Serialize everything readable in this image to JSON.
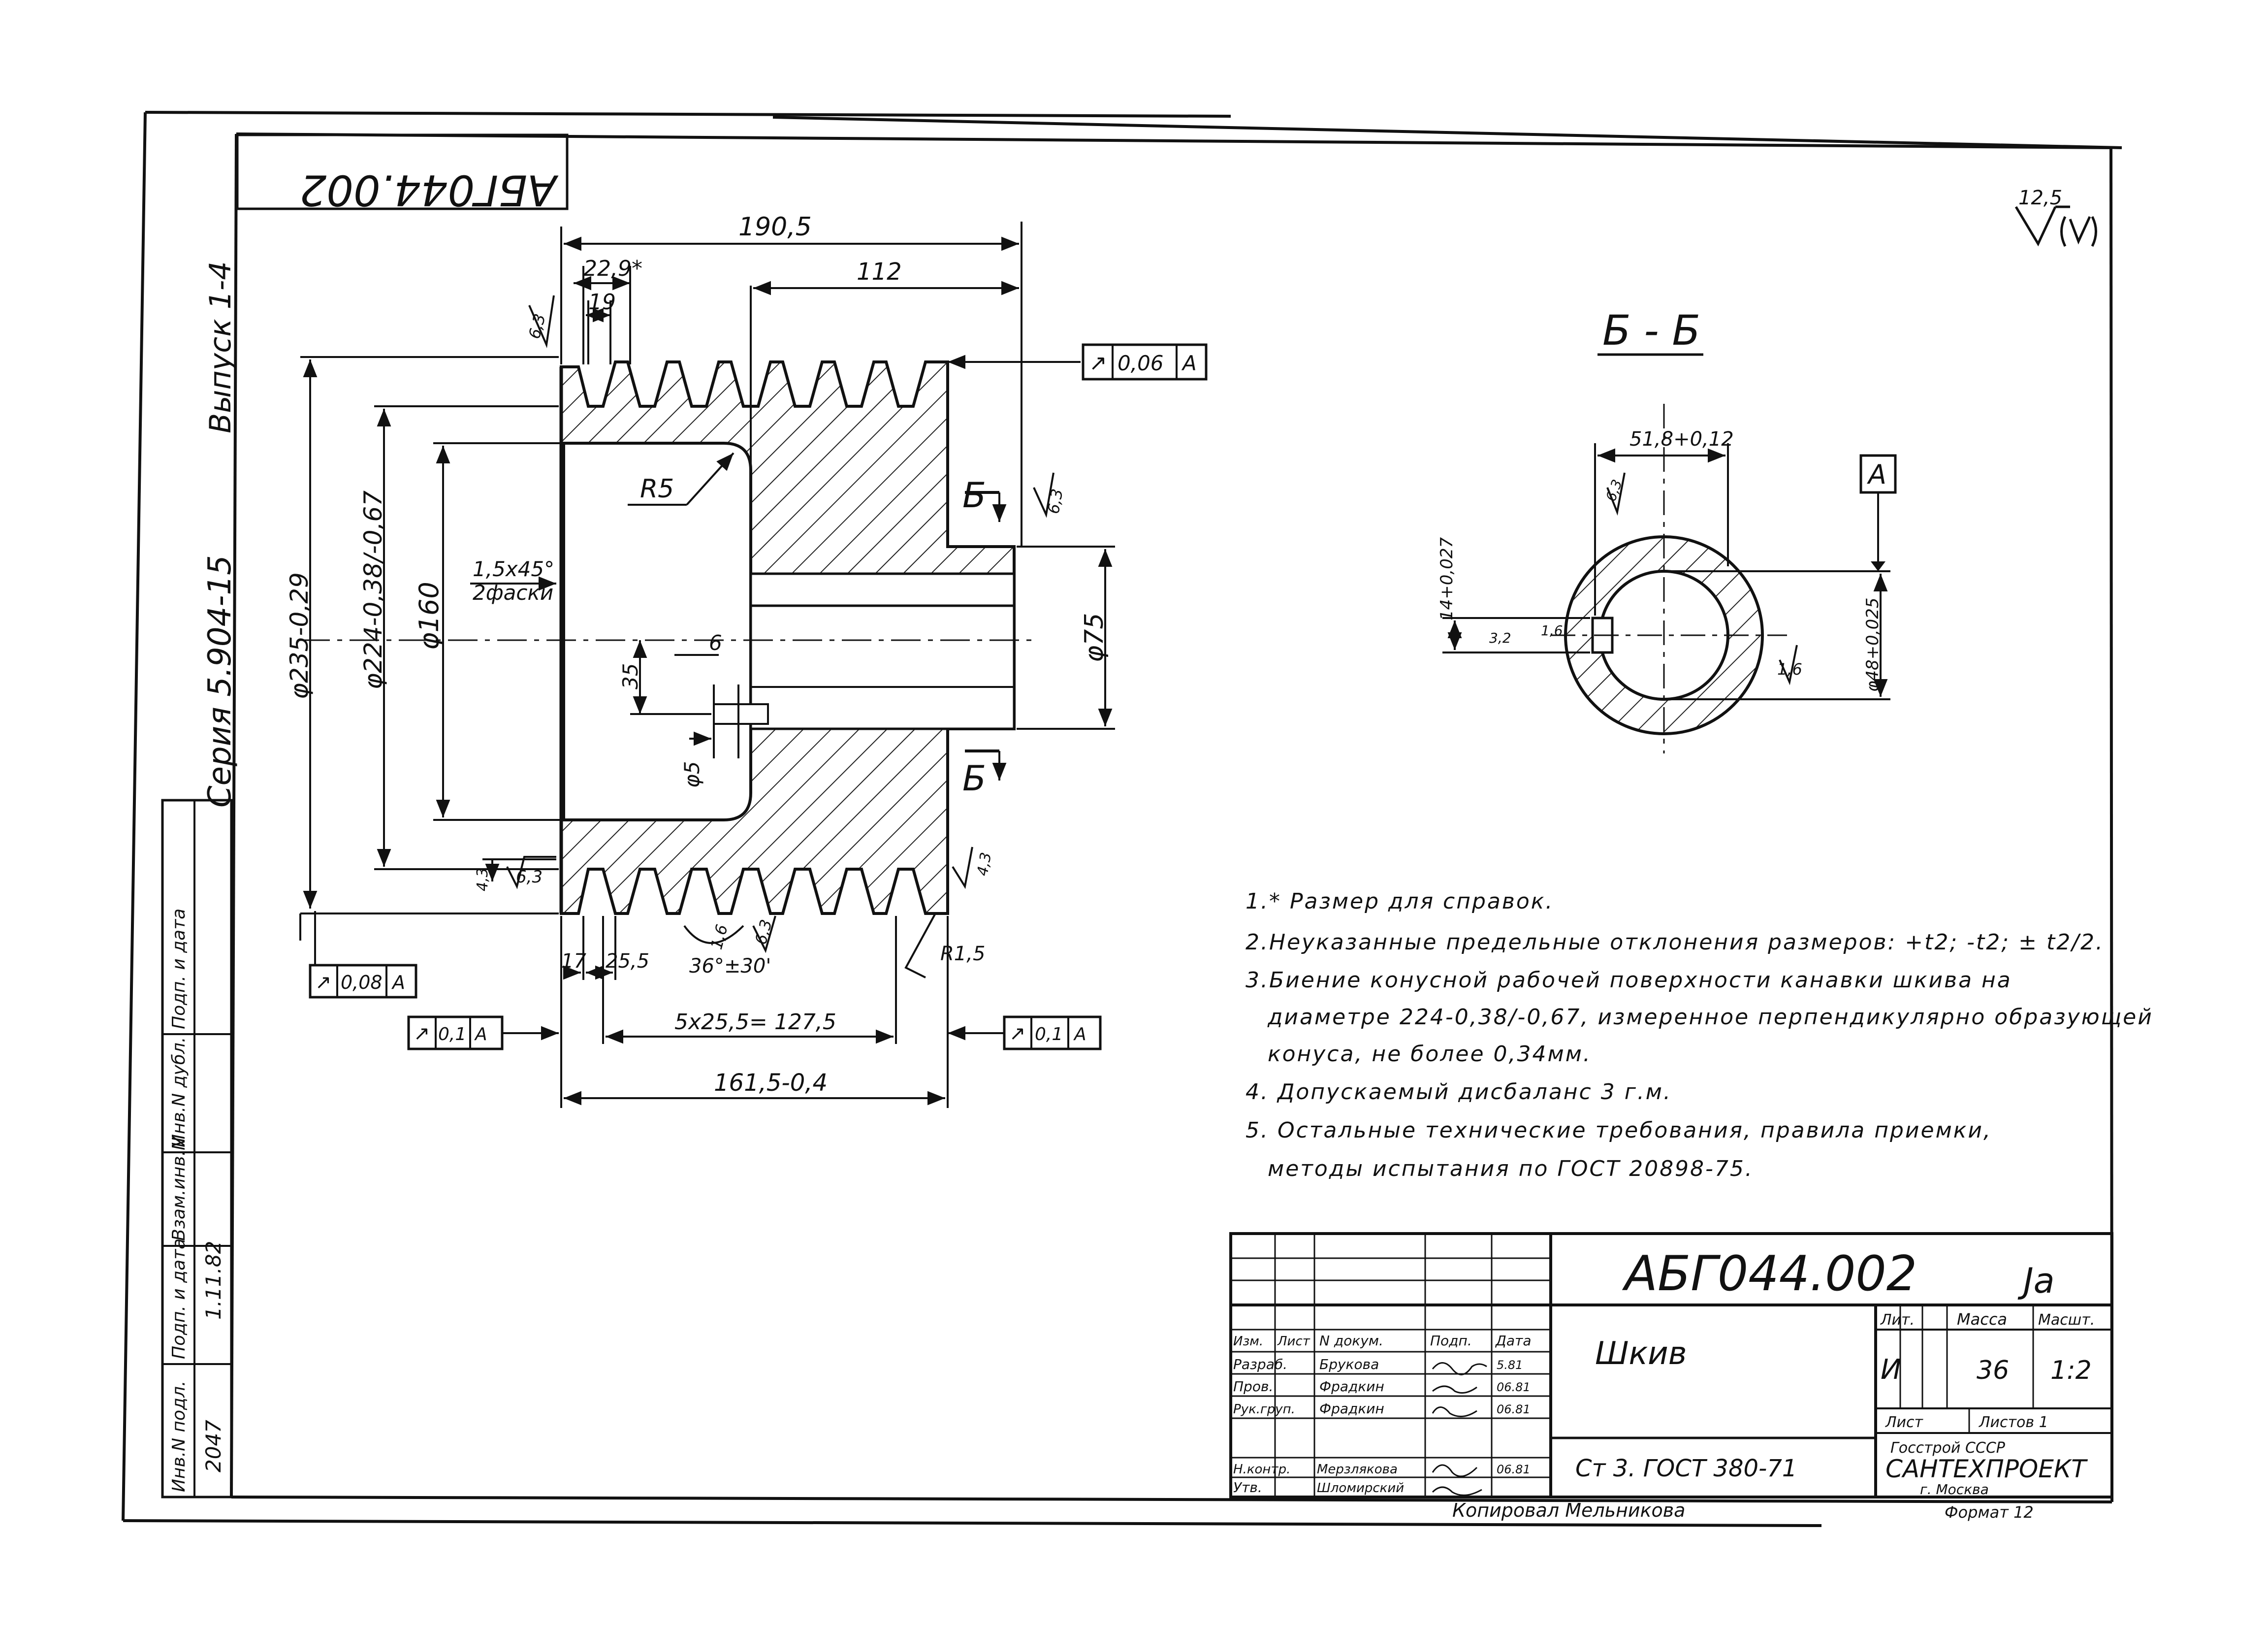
{
  "doc_code": "АБГ044.002",
  "doc_code_rotated": "АБГ044.002",
  "letter_mark": "Ја",
  "series_label": "Серия 5.904-15",
  "issue_label": "Выпуск 1-4",
  "roughness_symbol": "12,5",
  "section_label": "Б - Б",
  "cut_marks": [
    "Б",
    "Б"
  ],
  "datum_label": "А",
  "dims": {
    "overall_length": "190,5",
    "groove_pitch_width": "22,9*",
    "groove_top": "19",
    "hub_length": "112",
    "rough_63_a": "6,3",
    "rough_63_b": "6,3",
    "rough_63_c": "6,3",
    "rough_63_d": "6,3",
    "rough_63_e": "6,3",
    "radius_r5": "R5",
    "chamfer": "1,5x45°",
    "chamfer_note": "2фаски",
    "dia_235": "φ235-0,29",
    "dia_224": "φ224-0,38/-0,67",
    "dia_160": "φ160",
    "dia_75": "φ75",
    "dim_35": "35",
    "dim_6": "6",
    "dia_5": "φ5",
    "dim_17": "17",
    "dim_255": "25,5",
    "angle": "36°±30'",
    "rough_16": "1,6",
    "radius_r15": "R1,5",
    "groove_series": "5x25,5= 127,5",
    "bottom_length": "161,5-0,4",
    "dim_43_a": "4,3",
    "dim_43_b": "4,3",
    "sec_width": "51,8+0,12",
    "sec_key": "14+0,027",
    "sec_dia": "φ48+0,025",
    "sec_r1": "3,2",
    "sec_r2": "1,6",
    "sec_r3": "6,3",
    "sec_r4": "1,6"
  },
  "tolerances": {
    "top_runout": {
      "symbol": "↗",
      "value": "0,06",
      "datum": "А"
    },
    "left_runout": {
      "symbol": "↗",
      "value": "0,08",
      "datum": "А"
    },
    "bottom_left": {
      "symbol": "↗",
      "value": "0,1",
      "datum": "А"
    },
    "bottom_right": {
      "symbol": "↗",
      "value": "0,1",
      "datum": "А"
    }
  },
  "notes": [
    "1.* Размер для справок.",
    "2.Неуказанные предельные отклонения размеров: +t2; -t2; ± t2/2.",
    "3.Биение конусной рабочей поверхности канавки шкива на",
    "диаметре 224-0,38/-0,67, измеренное перпендикулярно образующей",
    "конуса, не более 0,34мм.",
    "4. Допускаемый дисбаланс 3 г.м.",
    "5. Остальные технические требования, правила приемки,",
    "методы испытания по ГОСТ 20898-75."
  ],
  "left_strip": {
    "headers": [
      "Инв.N подл.",
      "Подп. и дата",
      "Взам.инв.N",
      "Инв.N дубл.",
      "Подп. и дата"
    ],
    "inv_no": "2047",
    "sign_date": "1.11.82"
  },
  "title_block": {
    "part_name": "Шкив",
    "material": "Ст 3. ГОСТ 380-71",
    "col_headers": [
      "Изм.",
      "Лист",
      "N докум.",
      "Подп.",
      "Дата"
    ],
    "rows": [
      {
        "role": "Разраб.",
        "name": "Брукова",
        "date": "5.81"
      },
      {
        "role": "Пров.",
        "name": "Фрадкин",
        "date": "06.81"
      },
      {
        "role": "Рук.груп.",
        "name": "Фрадкин",
        "date": "06.81"
      },
      {
        "role": "",
        "name": "",
        "date": ""
      },
      {
        "role": "Н.контр.",
        "name": "Мерзлякова",
        "date": "06.81"
      },
      {
        "role": "Утв.",
        "name": "Шломирский",
        "date": ""
      }
    ],
    "lit_label": "Лит.",
    "lit_value": "И",
    "mass_label": "Масса",
    "mass_value": "36",
    "scale_label": "Масшт.",
    "scale_value": "1:2",
    "sheet_label": "Лист",
    "sheets_label": "Листов 1",
    "org_line1": "Госстрой СССР",
    "org_line2": "САНТЕХПРОЕКТ",
    "org_line3": "г. Москва"
  },
  "copied_by": "Копировал Мельникова",
  "format_label": "Формат 12"
}
